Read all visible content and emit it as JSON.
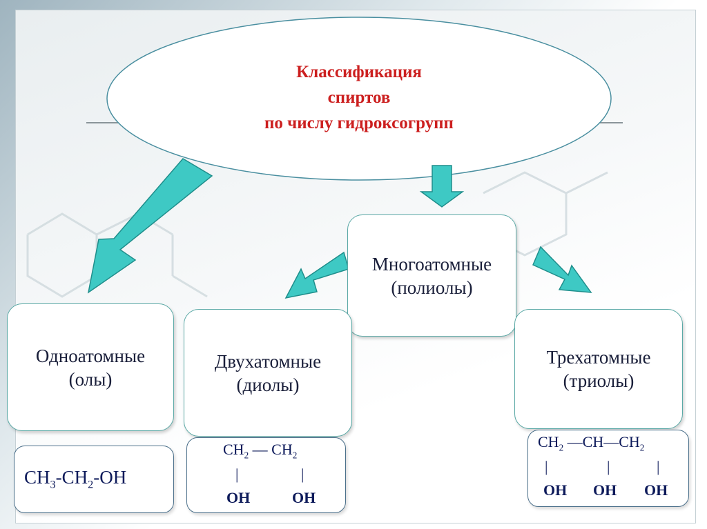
{
  "title": {
    "line1": "Классификация",
    "line2": "спиртов",
    "line3": "по числу гидроксогрупп"
  },
  "nodes": {
    "polyols": {
      "line1": "Многоатомные",
      "line2": "(полиолы)"
    },
    "monohydric": {
      "line1": "Одноатомные",
      "line2": "(олы)"
    },
    "dihydric": {
      "line1": "Двухатомные",
      "line2": "(диолы)"
    },
    "trihydric": {
      "line1": "Трехатомные",
      "line2": "(триолы)"
    }
  },
  "formulas": {
    "mono": {
      "p1": "CH",
      "s1": "3",
      "p2": "-CH",
      "s2": "2",
      "p3": "-OH"
    },
    "diol": {
      "c1": "CH",
      "c1sub": "2",
      "bond": "—",
      "c2": "CH",
      "c2sub": "2",
      "bar1": "|",
      "bar2": "|",
      "oh1": "OH",
      "oh2": "OH"
    },
    "triol": {
      "c1": "CH",
      "c1sub": "2",
      "bond1": "—",
      "c2": "CH",
      "bond2": "—",
      "c3": "CH",
      "c3sub": "2",
      "bar1": "|",
      "bar2": "|",
      "bar3": "|",
      "oh1": "OH",
      "oh2": "OH",
      "oh3": "OH"
    }
  },
  "colors": {
    "title": "#cc1f1f",
    "arrow_fill": "#3ec9c4",
    "arrow_stroke": "#1f8e8b",
    "box_border": "#5aa9a6",
    "text": "#1a1f3a"
  }
}
